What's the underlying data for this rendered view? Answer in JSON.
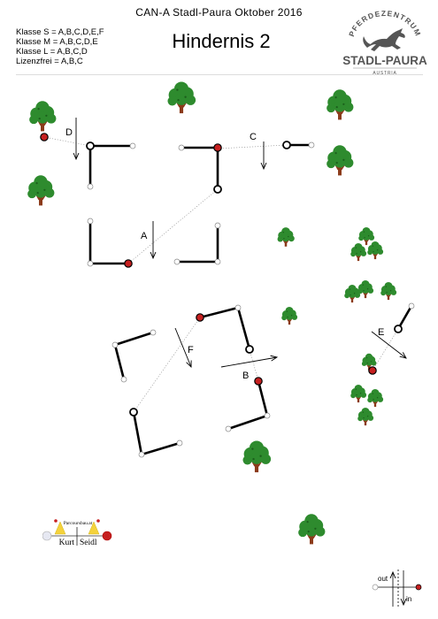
{
  "header": {
    "event_title": "CAN-A Stadl-Paura Oktober 2016",
    "course_title": "Hindernis 2",
    "classes": [
      "Klasse S = A,B,C,D,E,F",
      "Klasse M = A,B,C,D,E",
      "Klasse L = A,B,C,D",
      "Lizenzfrei = A,B,C"
    ]
  },
  "logo": {
    "arc_text": "PFERDEZENTRUM",
    "name": "STADL-PAURA",
    "country": "AUSTRIA"
  },
  "course": {
    "gates": [
      "A",
      "B",
      "C",
      "D",
      "E",
      "F"
    ],
    "legend": {
      "out": "out",
      "in": "in"
    }
  },
  "signature": {
    "site": "Parcoursbau.at",
    "first_name": "Kurt",
    "last_name": "Seidl"
  },
  "colors": {
    "tree_canopy": "#2e8b2e",
    "tree_trunk": "#8b3a1a",
    "flag_red": "#c62020",
    "accent_yellow": "#f4d23c",
    "logo_text": "#555555"
  }
}
